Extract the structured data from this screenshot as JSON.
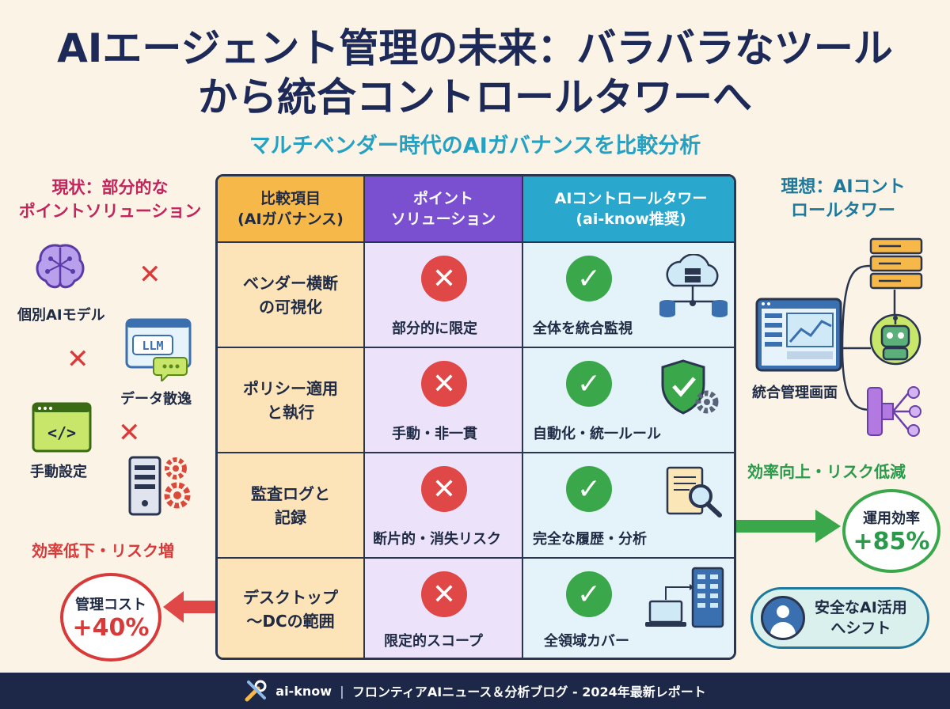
{
  "title_line1": "AIエージェント管理の未来：バラバラなツール",
  "title_line2": "から統合コントロールタワーへ",
  "subtitle": "マルチベンダー時代のAIガバナンスを比較分析",
  "left": {
    "title_line1": "現状：部分的な",
    "title_line2": "ポイントソリューション",
    "items": {
      "model": "個別AIモデル",
      "data": "データ散逸",
      "manual": "手動設定"
    },
    "llm_text": "LLM",
    "code_text": "</>",
    "trend": "効率低下・リスク増",
    "stat_label": "管理コスト",
    "stat_value": "+40%"
  },
  "right": {
    "title_line1": "理想：AIコント",
    "title_line2": "ロールタワー",
    "dashboard": "統合管理画面",
    "trend": "効率向上・リスク低減",
    "stat_label": "運用効率",
    "stat_value": "+85%",
    "shift_line1": "安全なAI活用",
    "shift_line2": "へシフト"
  },
  "table": {
    "headers": [
      {
        "line1": "比較項目",
        "line2": "(AIガバナンス)"
      },
      {
        "line1": "ポイント",
        "line2": "ソリューション"
      },
      {
        "line1": "AIコントロールタワー",
        "line2": "(ai-know推奨)"
      }
    ],
    "rows": [
      {
        "line1": "ベンダー横断",
        "line2": "の可視化",
        "point": "部分的に限定",
        "tower": "全体を統合監視"
      },
      {
        "line1": "ポリシー適用",
        "line2": "と執行",
        "point": "手動・非一貫",
        "tower": "自動化・統一ルール"
      },
      {
        "line1": "監査ログと",
        "line2": "記録",
        "point": "断片的・消失リスク",
        "tower": "完全な履歴・分析"
      },
      {
        "line1": "デスクトップ",
        "line2": "〜DCの範囲",
        "point": "限定的スコープ",
        "tower": "全領域カバー"
      }
    ],
    "x_symbol": "✕",
    "check_symbol": "✓"
  },
  "footer": {
    "brand": "ai-know",
    "sep": "|",
    "text": "フロンティアAIニュース＆分析ブログ - 2024年最新レポート"
  },
  "colors": {
    "navy": "#1d2a57",
    "teal": "#27a1c1",
    "red": "#d83a3a",
    "green": "#3aa84a",
    "purple": "#7a4fd0",
    "orange_header": "#f7b84a",
    "cyan_header": "#2aa7cc"
  }
}
